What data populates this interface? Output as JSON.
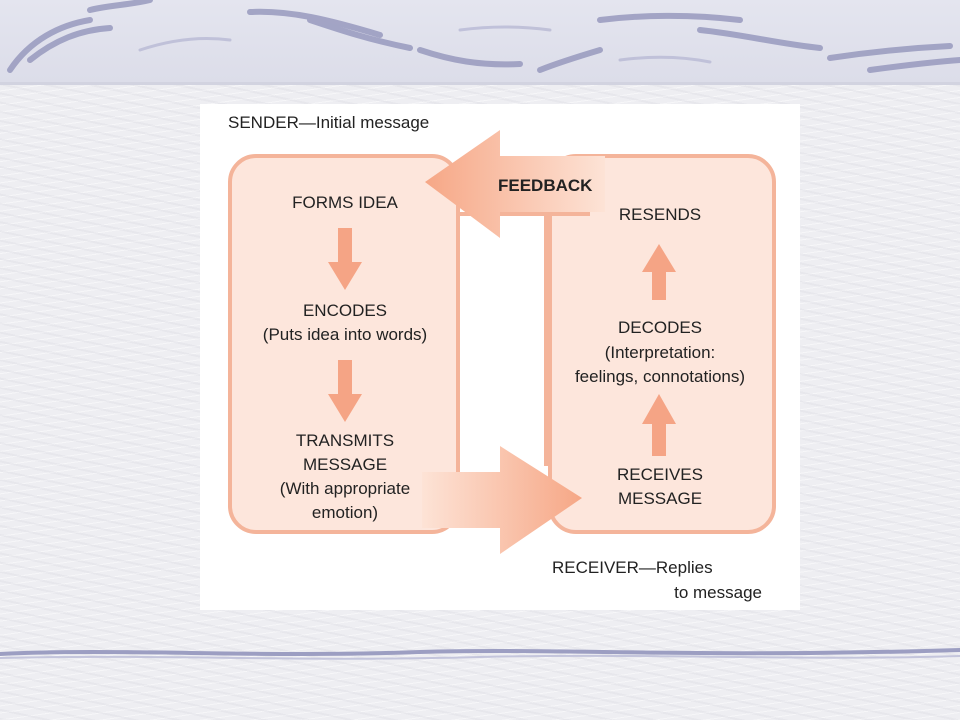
{
  "diagram": {
    "sender_caption": "SENDER—Initial message",
    "receiver_caption_line1": "RECEIVER—Replies",
    "receiver_caption_line2": "to message",
    "feedback_label": "FEEDBACK",
    "sender_steps": {
      "forms_idea": "FORMS IDEA",
      "encodes": "ENCODES",
      "encodes_note": "(Puts idea into words)",
      "transmits_line1": "TRANSMITS",
      "transmits_line2": "MESSAGE",
      "transmits_note_line1": "(With appropriate",
      "transmits_note_line2": "emotion)"
    },
    "receiver_steps": {
      "resends": "RESENDS",
      "decodes": "DECODES",
      "decodes_note_line1": "(Interpretation:",
      "decodes_note_line2": "feelings, connotations)",
      "receives_line1": "RECEIVES",
      "receives_line2": "MESSAGE"
    },
    "colors": {
      "box_fill": "#fde6dc",
      "box_border": "#f4b49a",
      "arrow_fill": "#f5a485"
    }
  }
}
